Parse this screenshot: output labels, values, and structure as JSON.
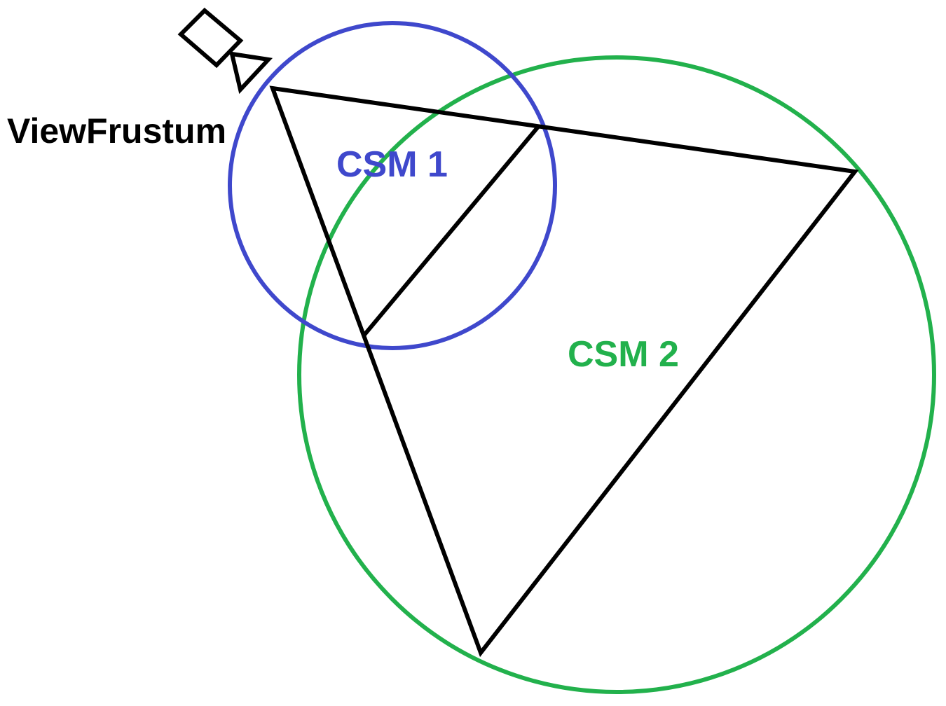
{
  "labels": {
    "view_frustum": "ViewFrustum",
    "csm1": "CSM 1",
    "csm2": "CSM 2"
  },
  "colors": {
    "background": "#ffffff",
    "frustum": "#000000",
    "csm1": "#3f48cc",
    "csm2": "#22b14c",
    "text_default": "#000000"
  },
  "icons": {
    "camera": "camera-icon"
  }
}
